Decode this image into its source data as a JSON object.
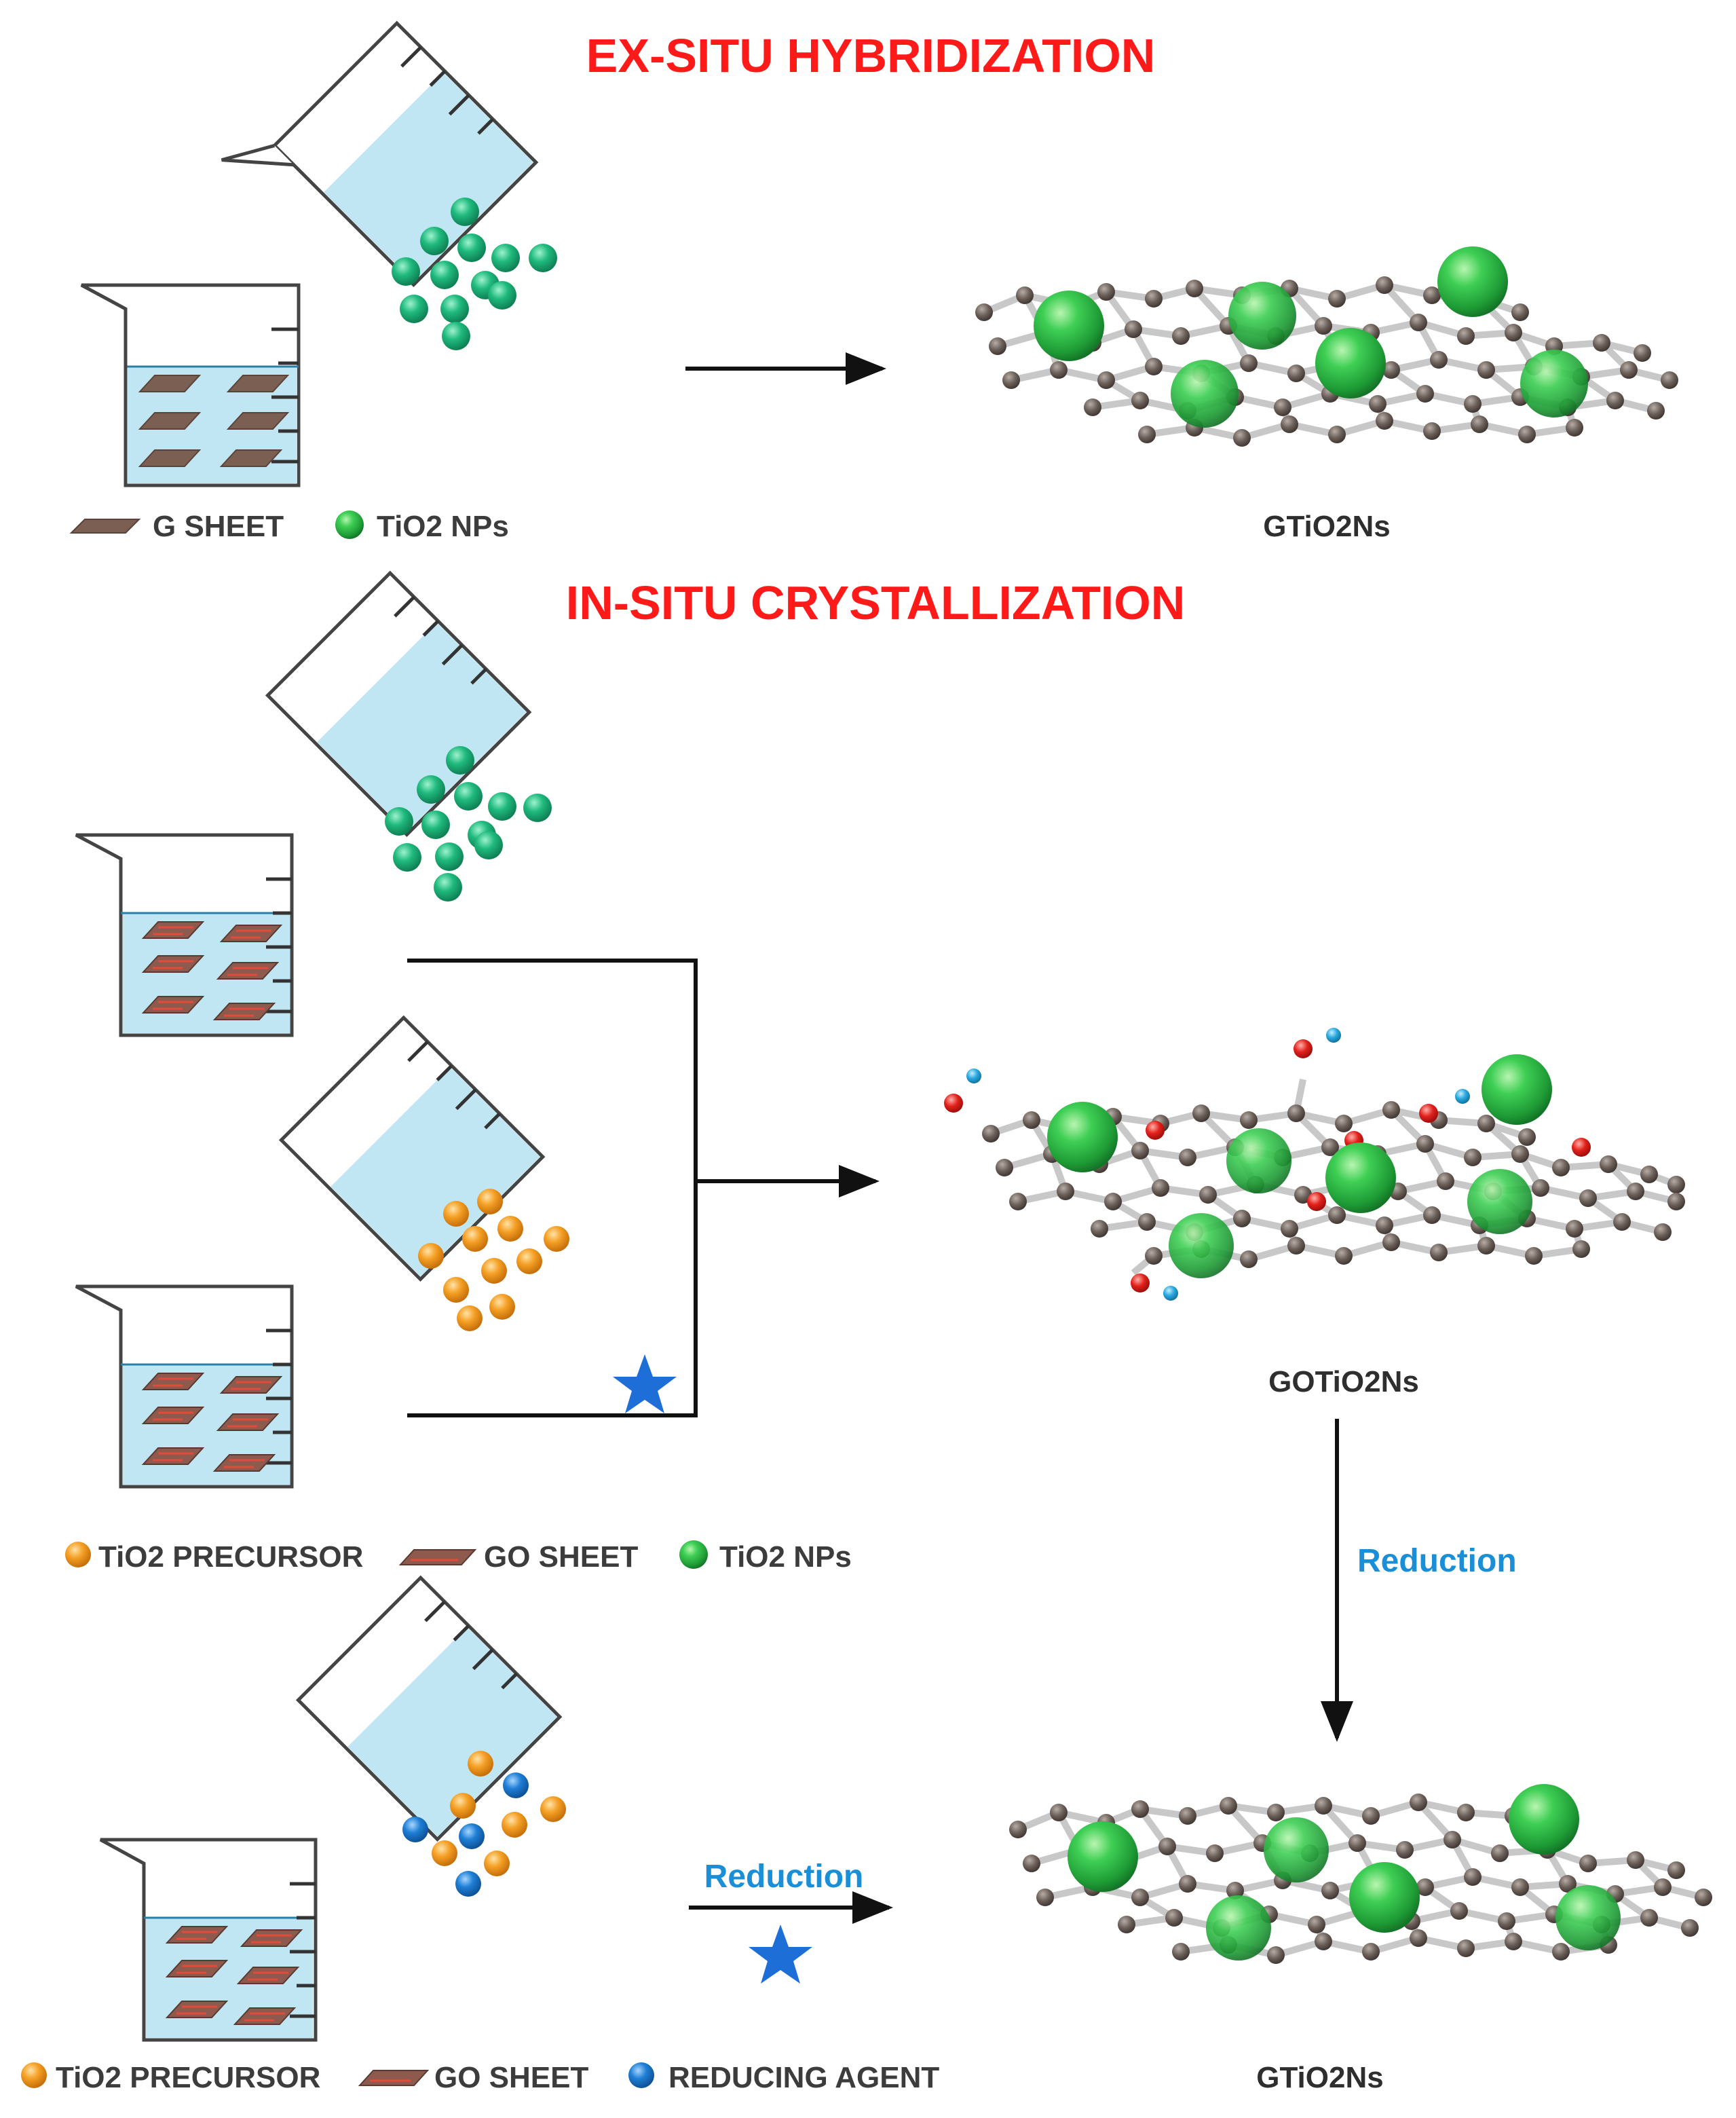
{
  "sections": {
    "ex_situ_title": "EX-SITU HYBRIDIZATION",
    "in_situ_title": "IN-SITU CRYSTALLIZATION"
  },
  "legends": {
    "ex_situ": {
      "g_sheet": "G SHEET",
      "tio2_nps": "TiO2 NPs"
    },
    "in_situ_route1": {
      "tio2_precursor": "TiO2 PRECURSOR",
      "go_sheet": "GO SHEET",
      "tio2_nps": "TiO2 NPs"
    },
    "in_situ_route2": {
      "tio2_precursor": "TiO2 PRECURSOR",
      "go_sheet": "GO SHEET",
      "reducing_agent": "REDUCING AGENT"
    }
  },
  "products": {
    "ex_situ": "GTiO2Ns",
    "in_situ_intermediate": "GOTiO2Ns",
    "in_situ_final": "GTiO2Ns"
  },
  "steps": {
    "vertical_reduction": "Reduction",
    "horizontal_reduction": "Reduction"
  },
  "colors": {
    "title": "#ff1a1a",
    "tio2_np": "#22b24c",
    "precursor": "#f39a1e",
    "reducing_agent": "#1b73c9",
    "sheet": "#8a6a5a",
    "carbon": "#6e625c",
    "oxygen": "#e0201e",
    "hydrogen": "#2aa8e0",
    "liquid": "#bfe6f2",
    "star": "#1e6ed8",
    "step_label": "#1a8fd8"
  }
}
